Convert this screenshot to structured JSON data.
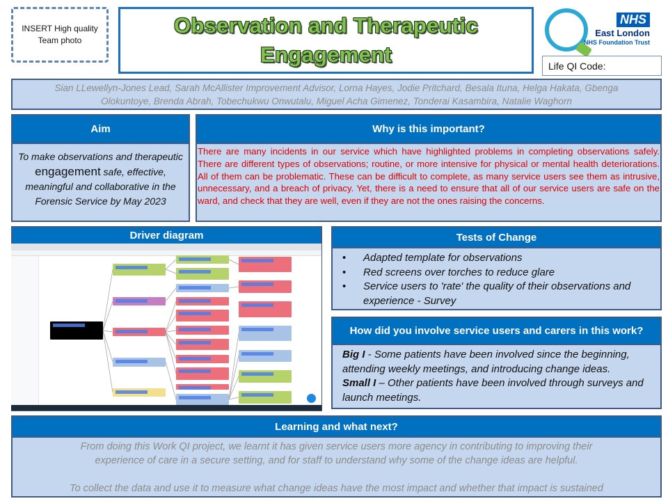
{
  "header": {
    "photo_placeholder": "INSERT High quality Team photo",
    "title_line1": "Observation and Therapeutic",
    "title_line2": "Engagement",
    "logo": {
      "nhs": "NHS",
      "org_name": "East London",
      "org_sub": "NHS Foundation Trust"
    },
    "life_qi_label": "Life QI Code:"
  },
  "team": {
    "line1": "Sian LLewellyn-Jones Lead, Sarah McAllister Improvement Advisor, Lorna Hayes, Jodie Pritchard, Besala Ituna, Helga Hakata, Gbenga",
    "line2": "Olokuntoye, Brenda Abrah, Tobechukwu Onwutalu, Miguel Acha Gimenez, Tonderai Kasambira, Natalie Waghorn"
  },
  "aim": {
    "heading": "Aim",
    "text_a": "To make observations and therapeutic ",
    "text_big": "engagement",
    "text_b": " safe, effective, meaningful and collaborative in the Forensic Service by May 2023"
  },
  "why": {
    "heading": "Why is this important?",
    "text": "There are many incidents in our service which have highlighted problems in completing observations safely. There are different types of observations; routine, or more intensive for physical or mental health deteriorations. All of them can be problematic. These can be difficult to complete, as many service users see them as intrusive, unnecessary, and a breach of privacy. Yet, there is a need to ensure that all of our service users are safe on the ward, and check that they are well, even if they are not the ones raising the concerns."
  },
  "driver": {
    "heading": "Driver diagram"
  },
  "tests": {
    "heading": "Tests of Change",
    "bullet": "•",
    "items": [
      "Adapted template for observations",
      "Red screens over torches to reduce glare",
      "Service users to 'rate' the quality of their observations and experience - Survey"
    ]
  },
  "involve": {
    "heading": "How did you involve service users and carers in this work?",
    "big_label": "Big I",
    "big_text": " - Some patients have been involved since the beginning, attending weekly meetings, and introducing change ideas.",
    "small_label": "Small I",
    "small_text": " – Other patients have been involved through surveys and launch meetings."
  },
  "learning": {
    "heading": "Learning and what next?",
    "line1": "From doing this Work QI project, we learnt it has given service users more agency in contributing to improving their",
    "line2": "experience of care in a secure setting, and for staff to understand why some of the change ideas are helpful.",
    "line3": "To collect the data and use it to measure what change ideas have the most impact and whether that impact is sustained"
  },
  "colors": {
    "header_blue": "#0070c0",
    "panel_bg": "#c5d7ee",
    "why_text": "#e00000",
    "title_green": "#82c151"
  }
}
